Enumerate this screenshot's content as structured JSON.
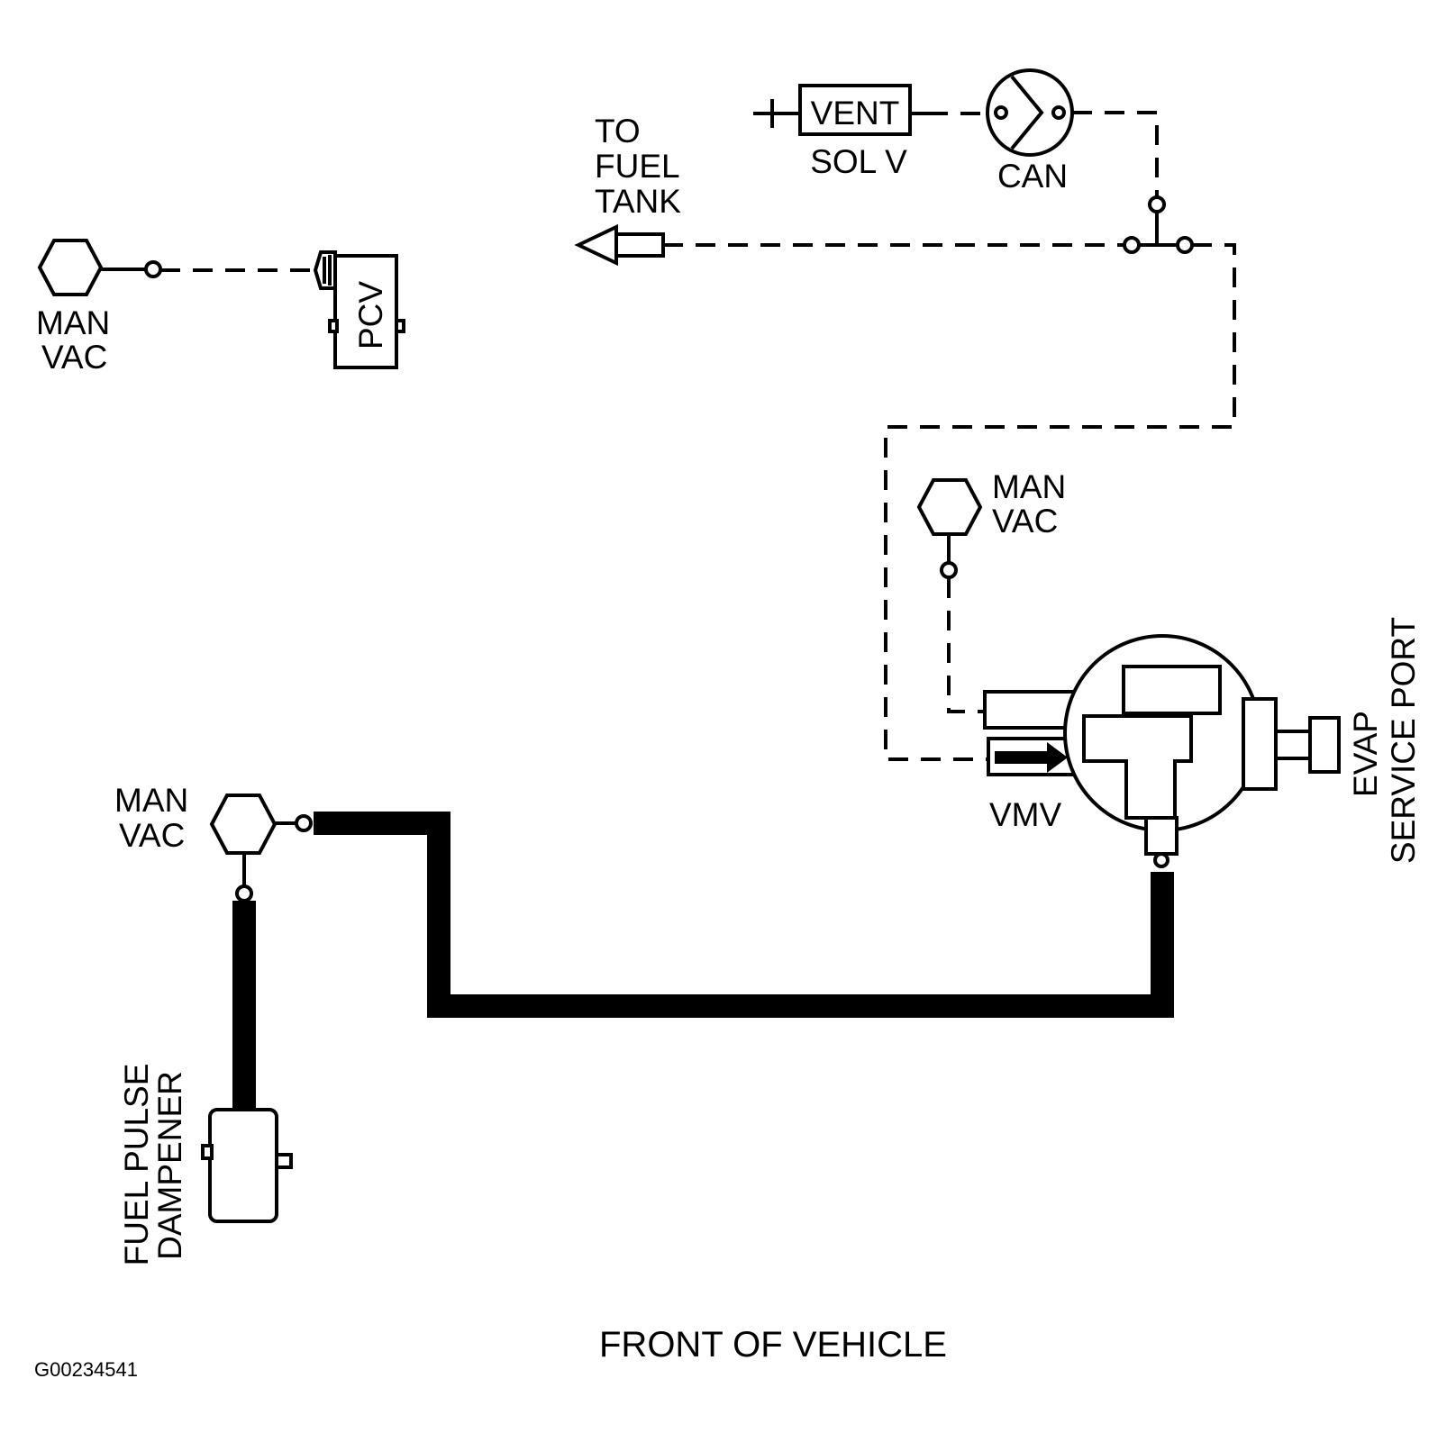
{
  "labels": {
    "vent": "VENT",
    "sol_v": "SOL V",
    "can": "CAN",
    "to": "TO",
    "fuel": "FUEL",
    "tank": "TANK",
    "man": "MAN",
    "vac": "VAC",
    "pcv": "PCV",
    "vmv": "VMV",
    "evap": "EVAP",
    "service_port": "SERVICE PORT",
    "fuel_pulse": "FUEL PULSE",
    "dampener": "DAMPENER",
    "front_of_vehicle": "FRONT OF VEHICLE",
    "figure_id": "G00234541"
  }
}
